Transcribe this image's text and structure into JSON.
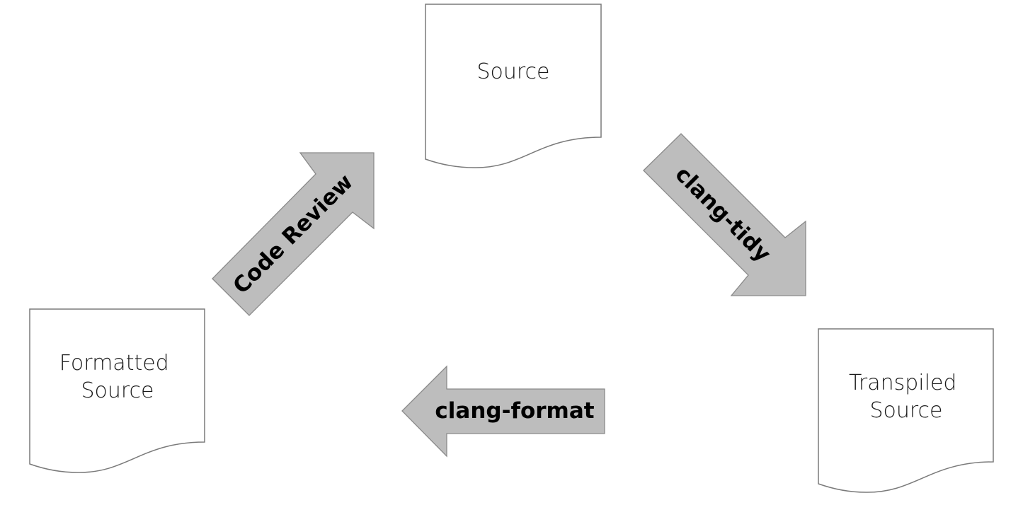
{
  "documents": {
    "source": {
      "lines": [
        "Source"
      ]
    },
    "transpiled": {
      "lines": [
        "Transpiled",
        "Source"
      ]
    },
    "formatted": {
      "lines": [
        "Formatted",
        "Source"
      ]
    }
  },
  "arrows": {
    "clang_tidy": {
      "label": "clang-tidy"
    },
    "clang_format": {
      "label": "clang-format"
    },
    "code_review": {
      "label": "Code Review"
    }
  },
  "colors": {
    "arrow_fill": "#bdbdbd",
    "document_stroke": "#7a7a7a"
  }
}
